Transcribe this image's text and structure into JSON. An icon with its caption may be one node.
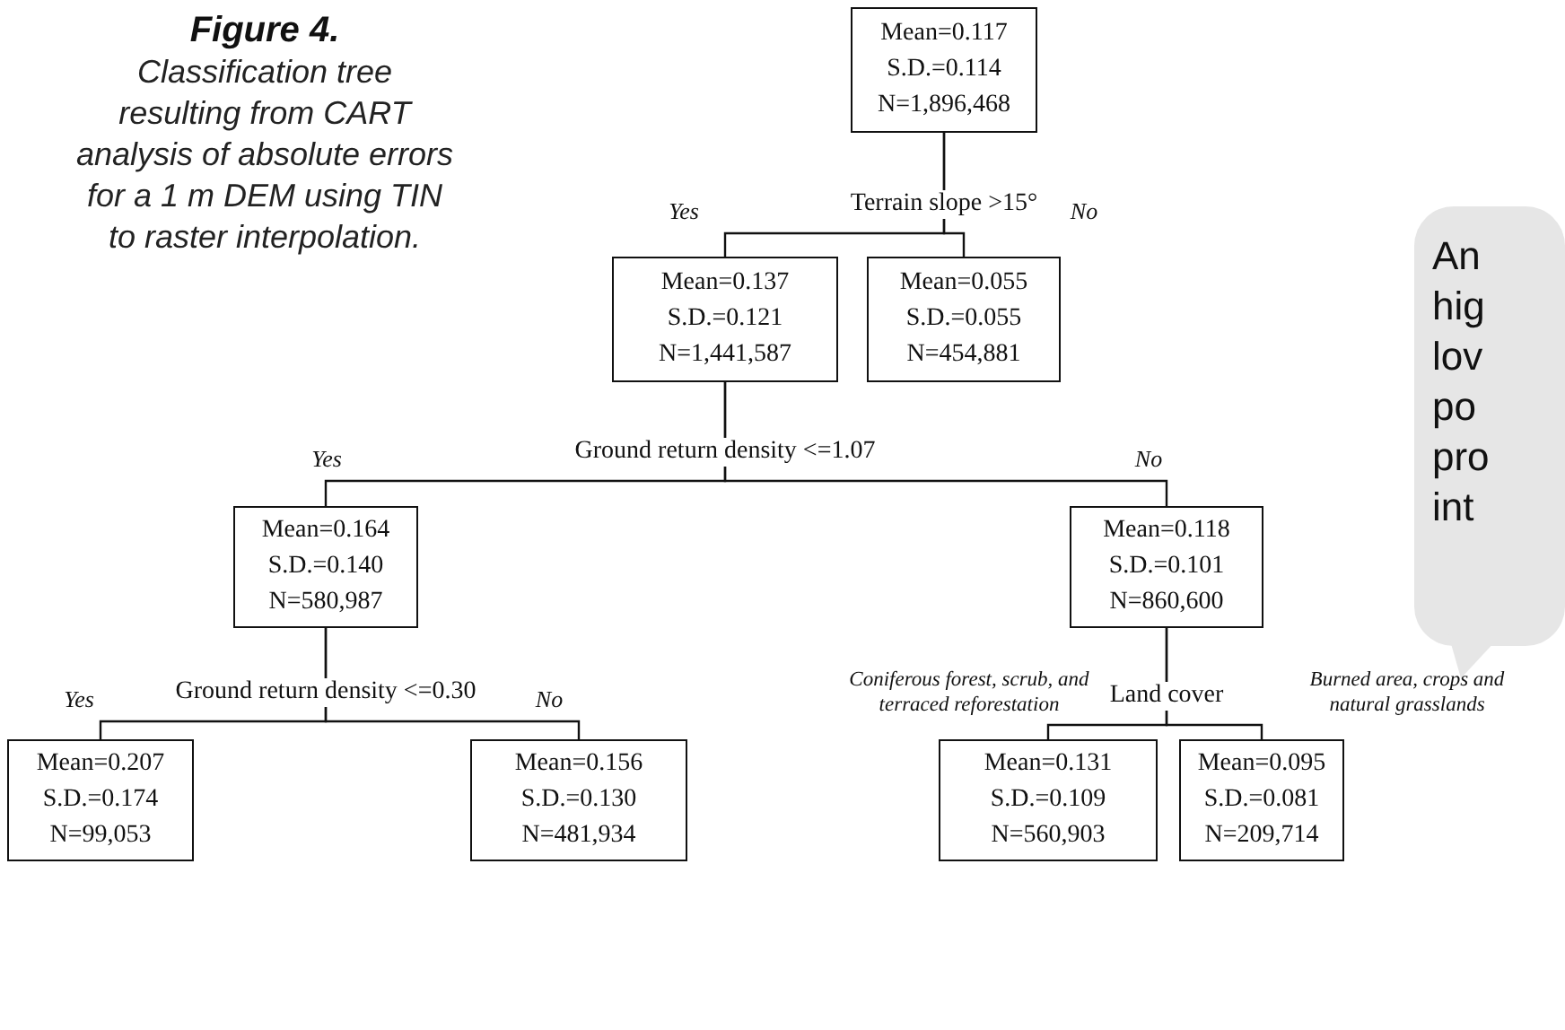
{
  "diagram": {
    "title": "Figure 4.",
    "caption": "Classification tree resulting from CART analysis of absolute errors for a 1 m DEM using TIN to raster interpolation.",
    "nodes": [
      {
        "text": [
          "Mean=0.117",
          "S.D.=0.114",
          "N=1,896,468"
        ],
        "beside": [
          "Terrain slope >15°"
        ]
      },
      {
        "text": [
          "Mean=0.137",
          "S.D.=0.121",
          "N=1,441,587"
        ],
        "beside": [
          "Ground return density <=1.07"
        ]
      },
      {
        "text": [
          "Mean=0.055",
          "S.D.=0.055",
          "N=454,881"
        ]
      },
      {
        "text": [
          "Mean=0.164",
          "S.D.=0.140",
          "N=580,987"
        ],
        "beside": [
          "Ground return density <=0.30"
        ]
      },
      {
        "text": [
          "Mean=0.118",
          "S.D.=0.101",
          "N=860,600"
        ],
        "beside": [
          "Land cover"
        ]
      },
      {
        "text": [
          "Mean=0.207",
          "S.D.=0.174",
          "N=99,053"
        ]
      },
      {
        "text": [
          "Mean=0.156",
          "S.D.=0.130",
          "N=481,934"
        ]
      },
      {
        "text": [
          "Mean=0.131",
          "S.D.=0.109",
          "N=560,903"
        ]
      },
      {
        "text": [
          "Mean=0.095",
          "S.D.=0.081",
          "N=209,714"
        ]
      },
      {
        "text": [
          "An hig lov po pro int"
        ]
      }
    ],
    "edges": [
      {
        "from": 0,
        "to": 1,
        "arrow": "none",
        "label": "Yes"
      },
      {
        "from": 0,
        "to": 2,
        "arrow": "none",
        "label": "No"
      },
      {
        "from": 1,
        "to": 3,
        "arrow": "none",
        "label": "Yes"
      },
      {
        "from": 1,
        "to": 4,
        "arrow": "none",
        "label": "No"
      },
      {
        "from": 3,
        "to": 5,
        "arrow": "none",
        "label": "Yes"
      },
      {
        "from": 3,
        "to": 6,
        "arrow": "none",
        "label": "No"
      },
      {
        "from": 4,
        "to": 7,
        "arrow": "none",
        "label": "Coniferous forest, scrub, and terraced reforestation"
      },
      {
        "from": 4,
        "to": 8,
        "arrow": "none",
        "label": "Burned area, crops and natural grasslands"
      }
    ]
  }
}
